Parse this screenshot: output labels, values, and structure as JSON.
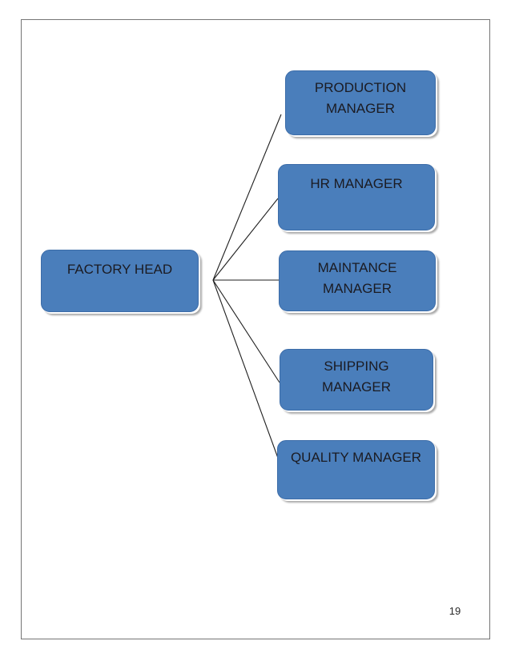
{
  "page": {
    "number": "19"
  },
  "diagram": {
    "type": "org-chart",
    "root": {
      "label": "FACTORY HEAD"
    },
    "children": [
      {
        "label": "PRODUCTION MANAGER",
        "lines": [
          "PRODUCTION",
          "MANAGER"
        ]
      },
      {
        "label": "HR MANAGER",
        "lines": [
          "HR MANAGER"
        ]
      },
      {
        "label": "MAINTANCE MANAGER",
        "lines": [
          "MAINTANCE",
          "MANAGER"
        ]
      },
      {
        "label": "SHIPPING MANAGER",
        "lines": [
          "SHIPPING",
          "MANAGER"
        ]
      },
      {
        "label": "QUALITY MANAGER",
        "lines": [
          "QUALITY MANAGER"
        ]
      }
    ],
    "colors": {
      "node_fill": "#4a7ebb",
      "node_border": "#3c6ca8",
      "node_text": "#1b1b22",
      "connector": "#1f1f1f",
      "page_border": "#757575"
    }
  }
}
